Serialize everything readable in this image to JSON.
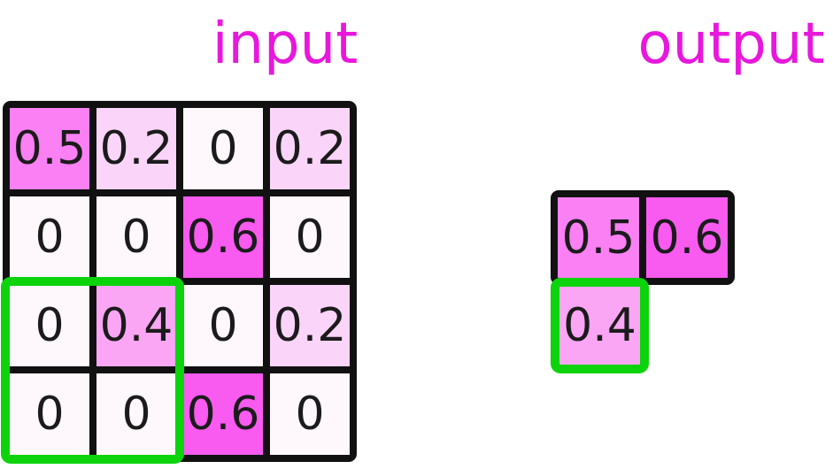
{
  "diagram": {
    "kind": "pooling-illustration"
  },
  "input": {
    "title": "input",
    "rows": 4,
    "cols": 4,
    "values": [
      [
        "0.5",
        "0.2",
        "0",
        "0.2"
      ],
      [
        "0",
        "0",
        "0.6",
        "0"
      ],
      [
        "0",
        "0.4",
        "0",
        "0.2"
      ],
      [
        "0",
        "0",
        "0.6",
        "0"
      ]
    ],
    "window": {
      "row_start": 3,
      "row_end": 4,
      "col_start": 1,
      "col_end": 2
    }
  },
  "output": {
    "title": "output",
    "cells": [
      "0.5",
      "0.6"
    ],
    "current_cell": "0.4"
  },
  "colors": {
    "title": "#E718DC",
    "grid_border": "#111111",
    "highlight": "#0CD30C",
    "cell_text": "#1b1b1b",
    "background": "#ffffff",
    "value_fills": {
      "0": "#FEF8FD",
      "0.2": "#FBD5F9",
      "0.4": "#FBA6F5",
      "0.5": "#FA80F3",
      "0.6": "#F95AEF"
    }
  }
}
